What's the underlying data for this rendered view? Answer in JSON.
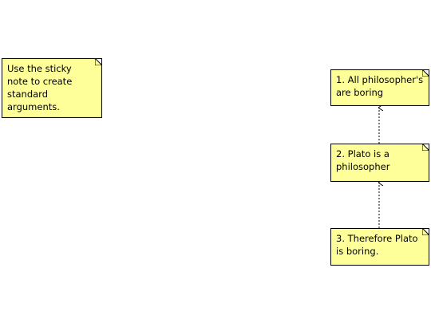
{
  "colors": {
    "note_fill": "#ffff99",
    "note_border": "#000000",
    "connector": "#000000"
  },
  "notes": {
    "instruction": "Use the sticky\nnote to create\nstandard\narguments.",
    "premise_1": "1. All philosopher's\nare boring",
    "premise_2": "2. Plato is a\nphilosopher",
    "conclusion": "3. Therefore Plato\nis boring."
  }
}
